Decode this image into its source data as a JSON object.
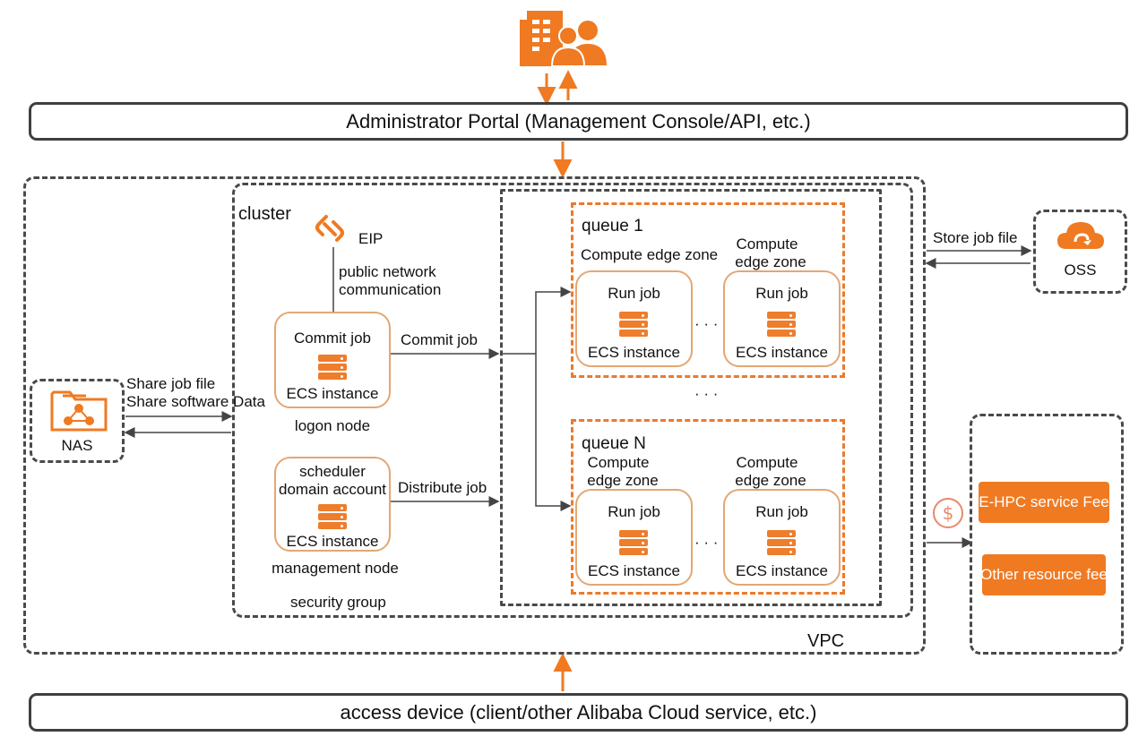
{
  "portal": {
    "label": "Administrator Portal (Management Console/API, etc.)"
  },
  "access": {
    "label": "access device (client/other Alibaba Cloud service, etc.)"
  },
  "vpc": {
    "label": "VPC"
  },
  "cluster": {
    "label": "cluster",
    "security_group": "security group",
    "eip": {
      "label": "EIP",
      "comm": [
        "public network",
        "communication"
      ]
    },
    "logon_node": {
      "title": "Commit job",
      "instance": "ECS instance",
      "caption": "logon node"
    },
    "mgmt_node": {
      "title": [
        "scheduler",
        "domain account"
      ],
      "instance": "ECS instance",
      "caption": "management node"
    },
    "commit_label": "Commit job",
    "distribute_label": "Distribute job"
  },
  "queue1": {
    "label": "queue 1",
    "zone_a": "Compute edge zone",
    "zone_b": [
      "Compute",
      "edge zone"
    ],
    "job_a": {
      "title": "Run job",
      "instance": "ECS instance"
    },
    "job_b": {
      "title": "Run job",
      "instance": "ECS instance"
    },
    "ellipsis": "· · ·"
  },
  "between_ellipsis": "· · ·",
  "queueN": {
    "label": "queue N",
    "zone_a": [
      "Compute",
      "edge zone"
    ],
    "zone_b": [
      "Compute",
      "edge zone"
    ],
    "job_a": {
      "title": "Run job",
      "instance": "ECS instance"
    },
    "job_b": {
      "title": "Run job",
      "instance": "ECS instance"
    },
    "ellipsis": "· · ·"
  },
  "nas": {
    "label": "NAS",
    "share": [
      "Share job file",
      "Share software Data"
    ]
  },
  "oss": {
    "label": "OSS",
    "store": "Store job file"
  },
  "fees": {
    "ehpc": "E-HPC service Fee",
    "other": "Other resource fee"
  },
  "icons": [
    "users-building-icon",
    "eip-link-icon",
    "server-icon",
    "nas-folder-icon",
    "oss-cloud-icon",
    "dollar-icon"
  ],
  "colors": {
    "accent": "#ef7a22",
    "border": "#3f3f3f",
    "node_border": "#e3a774"
  }
}
